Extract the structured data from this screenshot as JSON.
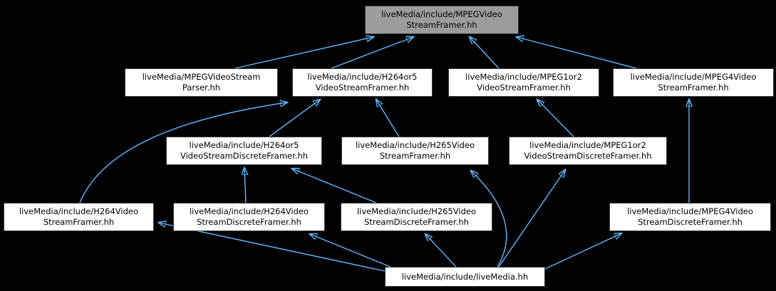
{
  "diagram": {
    "kind": "include-dependency-graph",
    "root_file": "liveMedia/include/MPEGVideoStreamFramer.hh",
    "colors": {
      "background": "#000000",
      "node_fill": "#ffffff",
      "node_border": "#3d3d3d",
      "highlight_fill": "#9c9c9c",
      "edge": "#63b8ff",
      "text": "#000000"
    },
    "nodes": [
      {
        "id": "mpeg_video_stream_framer",
        "lines": [
          "liveMedia/include/MPEGVideo",
          "StreamFramer.hh"
        ],
        "highlighted": true
      },
      {
        "id": "mpeg_video_stream_parser",
        "lines": [
          "liveMedia/MPEGVideoStream",
          "Parser.hh"
        ],
        "highlighted": false
      },
      {
        "id": "h264or5_video_stream_framer",
        "lines": [
          "liveMedia/include/H264or5",
          "VideoStreamFramer.hh"
        ],
        "highlighted": false
      },
      {
        "id": "mpeg1or2_video_stream_framer",
        "lines": [
          "liveMedia/include/MPEG1or2",
          "VideoStreamFramer.hh"
        ],
        "highlighted": false
      },
      {
        "id": "mpeg4_video_stream_framer",
        "lines": [
          "liveMedia/include/MPEG4Video",
          "StreamFramer.hh"
        ],
        "highlighted": false
      },
      {
        "id": "h264or5_video_stream_discrete_framer",
        "lines": [
          "liveMedia/include/H264or5",
          "VideoStreamDiscreteFramer.hh"
        ],
        "highlighted": false
      },
      {
        "id": "h265_video_stream_framer",
        "lines": [
          "liveMedia/include/H265Video",
          "StreamFramer.hh"
        ],
        "highlighted": false
      },
      {
        "id": "mpeg1or2_video_stream_discrete_framer",
        "lines": [
          "liveMedia/include/MPEG1or2",
          "VideoStreamDiscreteFramer.hh"
        ],
        "highlighted": false
      },
      {
        "id": "h264_video_stream_framer",
        "lines": [
          "liveMedia/include/H264Video",
          "StreamFramer.hh"
        ],
        "highlighted": false
      },
      {
        "id": "h264_video_stream_discrete_framer",
        "lines": [
          "liveMedia/include/H264Video",
          "StreamDiscreteFramer.hh"
        ],
        "highlighted": false
      },
      {
        "id": "h265_video_stream_discrete_framer",
        "lines": [
          "liveMedia/include/H265Video",
          "StreamDiscreteFramer.hh"
        ],
        "highlighted": false
      },
      {
        "id": "mpeg4_video_stream_discrete_framer",
        "lines": [
          "liveMedia/include/MPEG4Video",
          "StreamDiscreteFramer.hh"
        ],
        "highlighted": false
      },
      {
        "id": "livemedia",
        "lines": [
          "liveMedia/include/liveMedia.hh"
        ],
        "highlighted": false
      }
    ],
    "edges": [
      {
        "from": "mpeg_video_stream_parser",
        "to": "mpeg_video_stream_framer"
      },
      {
        "from": "h264or5_video_stream_framer",
        "to": "mpeg_video_stream_framer"
      },
      {
        "from": "mpeg1or2_video_stream_framer",
        "to": "mpeg_video_stream_framer"
      },
      {
        "from": "mpeg4_video_stream_framer",
        "to": "mpeg_video_stream_framer"
      },
      {
        "from": "h264or5_video_stream_discrete_framer",
        "to": "h264or5_video_stream_framer"
      },
      {
        "from": "h265_video_stream_framer",
        "to": "h264or5_video_stream_framer"
      },
      {
        "from": "h264_video_stream_framer",
        "to": "h264or5_video_stream_framer"
      },
      {
        "from": "mpeg1or2_video_stream_discrete_framer",
        "to": "mpeg1or2_video_stream_framer"
      },
      {
        "from": "mpeg4_video_stream_discrete_framer",
        "to": "mpeg4_video_stream_framer"
      },
      {
        "from": "h264_video_stream_discrete_framer",
        "to": "h264or5_video_stream_discrete_framer"
      },
      {
        "from": "h265_video_stream_discrete_framer",
        "to": "h264or5_video_stream_discrete_framer"
      },
      {
        "from": "livemedia",
        "to": "h265_video_stream_framer"
      },
      {
        "from": "livemedia",
        "to": "mpeg1or2_video_stream_discrete_framer"
      },
      {
        "from": "livemedia",
        "to": "h264_video_stream_framer"
      },
      {
        "from": "livemedia",
        "to": "h264_video_stream_discrete_framer"
      },
      {
        "from": "livemedia",
        "to": "h265_video_stream_discrete_framer"
      },
      {
        "from": "livemedia",
        "to": "mpeg4_video_stream_discrete_framer"
      }
    ]
  }
}
